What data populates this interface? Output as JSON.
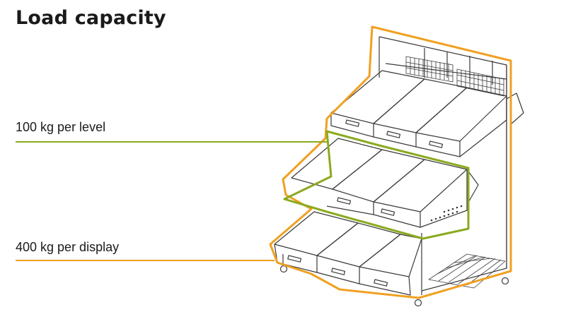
{
  "title": "Load capacity",
  "callouts": [
    {
      "label": "100 kg per level",
      "color": "#8aaa1e"
    },
    {
      "label": "400 kg per display",
      "color": "#f0a020"
    }
  ],
  "colors": {
    "display_outline": "#f0a020",
    "level_outline": "#8aaa1e",
    "line_art": "#3a3a3a"
  }
}
